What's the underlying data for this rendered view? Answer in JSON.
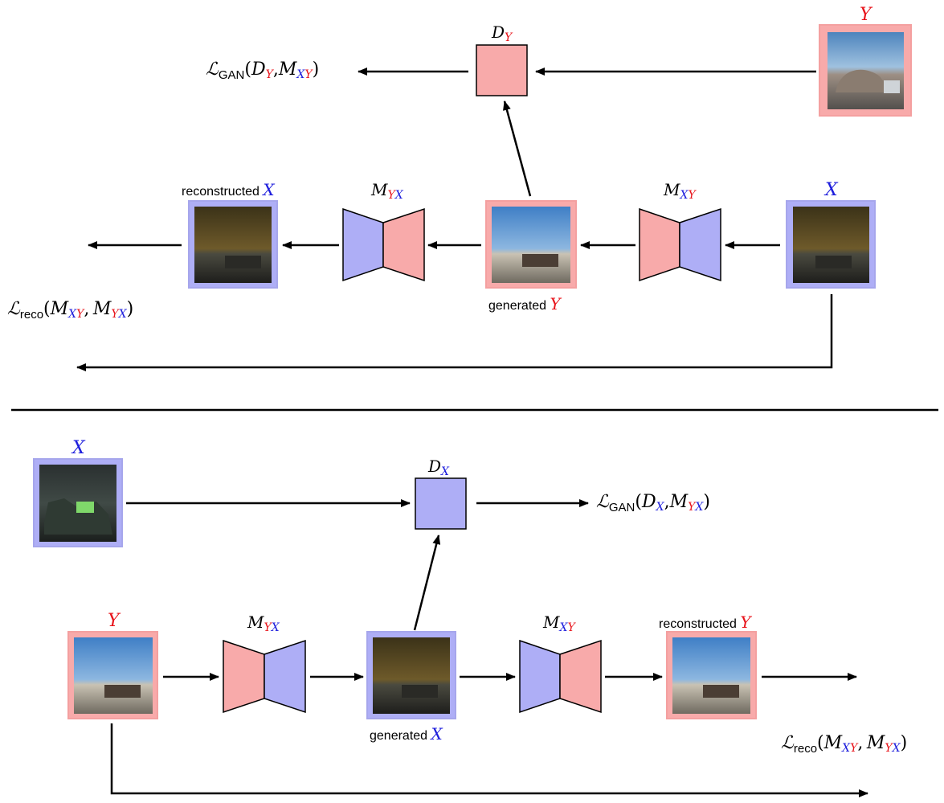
{
  "colors": {
    "red_fill": "#f8aaaa",
    "red_border": "#f4a0a0",
    "blue_fill": "#aeaef6",
    "blue_border": "#a6a6ec",
    "red_text": "#e8141b",
    "blue_text": "#1d1ddc",
    "line": "#000000"
  },
  "symbols": {
    "X": "X",
    "Y": "Y",
    "D": "D",
    "M": "M",
    "L": "ℒ",
    "GAN": "GAN",
    "reco": "reco",
    "comma": ",",
    "open": "(",
    "close": ")"
  },
  "labels": {
    "reconstructed": "reconstructed",
    "generated": "generated"
  },
  "icons": {
    "image_thumbnail": "photo-icon",
    "generator": "hourglass-generator-icon",
    "discriminator": "square-discriminator-icon"
  }
}
